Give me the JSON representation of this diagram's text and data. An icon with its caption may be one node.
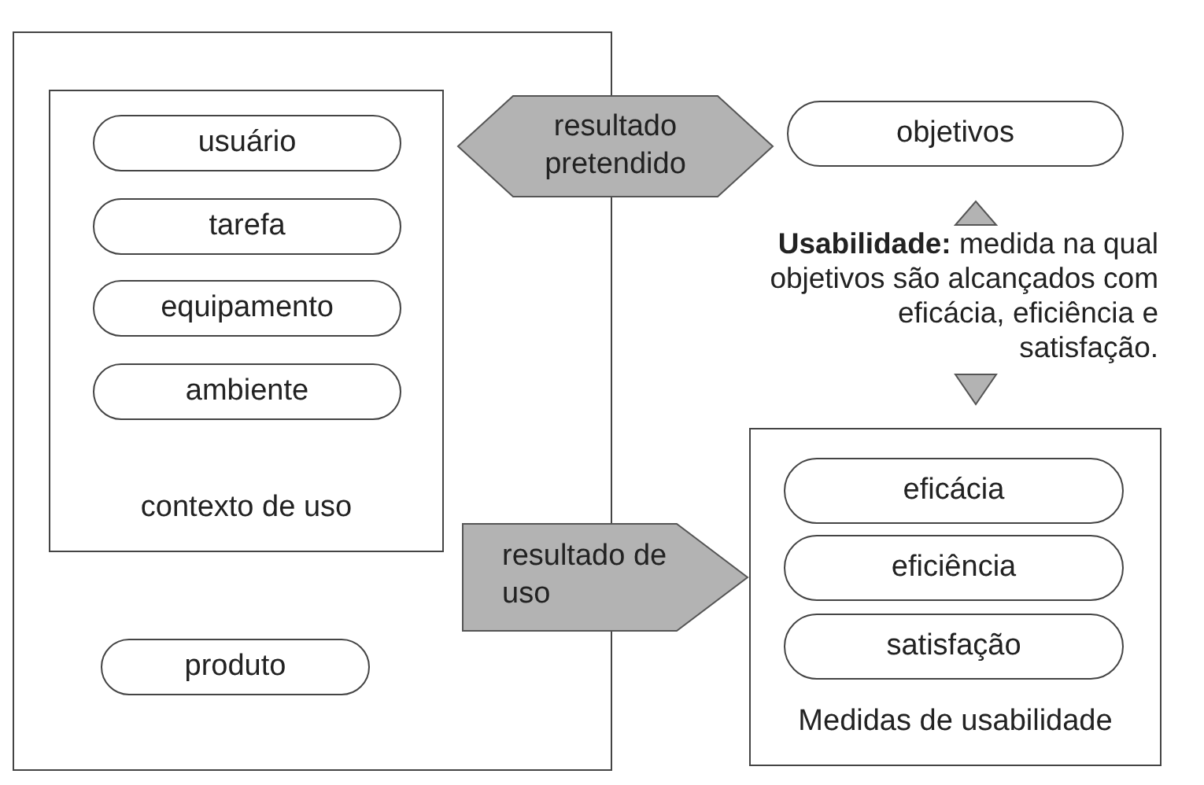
{
  "diagram": {
    "nodes": [
      {
        "text": [],
        "shape": "box"
      },
      {
        "text": [
          "contexto de uso"
        ],
        "in": 0
      },
      {
        "text": [
          "usuário"
        ],
        "in": 1
      },
      {
        "text": [
          "tarefa"
        ],
        "in": 1
      },
      {
        "text": [
          "equipamento"
        ],
        "in": 1
      },
      {
        "text": [
          "ambiente"
        ],
        "in": 1
      },
      {
        "text": [
          "produto"
        ],
        "in": 0
      },
      {
        "text": [
          "resultado pretendido"
        ]
      },
      {
        "text": [
          "resultado de uso"
        ]
      },
      {
        "text": [
          "objetivos"
        ]
      },
      {
        "text": [
          "**Usabilidade:** medida na qual objetivos são alcançados com eficácia, eficiência e satisfação."
        ]
      },
      {
        "text": [
          "Medidas de usabilidade"
        ]
      },
      {
        "text": [
          "eficácia"
        ],
        "in": 11
      },
      {
        "text": [
          "eficiência"
        ],
        "in": 11
      },
      {
        "text": [
          "satisfação"
        ],
        "in": 11
      }
    ],
    "edges": [
      {
        "from": 10,
        "to": 9,
        "arrow": "to"
      },
      {
        "from": 10,
        "to": 11,
        "arrow": "to"
      }
    ]
  }
}
